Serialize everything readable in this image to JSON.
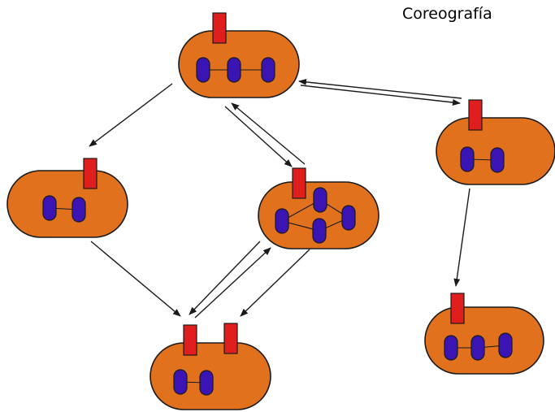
{
  "title": "Coreografía",
  "colors": {
    "cell_fill": "#e2711d",
    "outline": "#1a1a1a",
    "flag": "#e01e1e",
    "node": "#3b14b4",
    "edge": "#1a1a1a",
    "background": "#ffffff"
  },
  "cells": [
    {
      "id": "top",
      "nodes": 3,
      "flags": 1,
      "internal_links": [
        [
          0,
          1
        ],
        [
          1,
          2
        ]
      ]
    },
    {
      "id": "left",
      "nodes": 2,
      "flags": 1,
      "internal_links": [
        [
          0,
          1
        ]
      ]
    },
    {
      "id": "middle",
      "nodes": 4,
      "flags": 1,
      "internal_links": [
        [
          0,
          1
        ],
        [
          0,
          2
        ],
        [
          1,
          3
        ],
        [
          2,
          3
        ]
      ]
    },
    {
      "id": "right",
      "nodes": 2,
      "flags": 1,
      "internal_links": [
        [
          0,
          1
        ]
      ]
    },
    {
      "id": "bottom-right",
      "nodes": 3,
      "flags": 1,
      "internal_links": [
        [
          0,
          1
        ],
        [
          1,
          2
        ]
      ]
    },
    {
      "id": "bottom",
      "nodes": 2,
      "flags": 2,
      "internal_links": [
        [
          0,
          1
        ]
      ]
    }
  ],
  "connections": [
    {
      "from": "top",
      "to": "left"
    },
    {
      "from": "top",
      "to": "middle"
    },
    {
      "from": "middle",
      "to": "top"
    },
    {
      "from": "top",
      "to": "right"
    },
    {
      "from": "right",
      "to": "top"
    },
    {
      "from": "right",
      "to": "bottom-right"
    },
    {
      "from": "left",
      "to": "bottom"
    },
    {
      "from": "middle",
      "to": "bottom"
    },
    {
      "from": "bottom",
      "to": "middle"
    },
    {
      "from": "middle",
      "to": "bottom"
    }
  ]
}
